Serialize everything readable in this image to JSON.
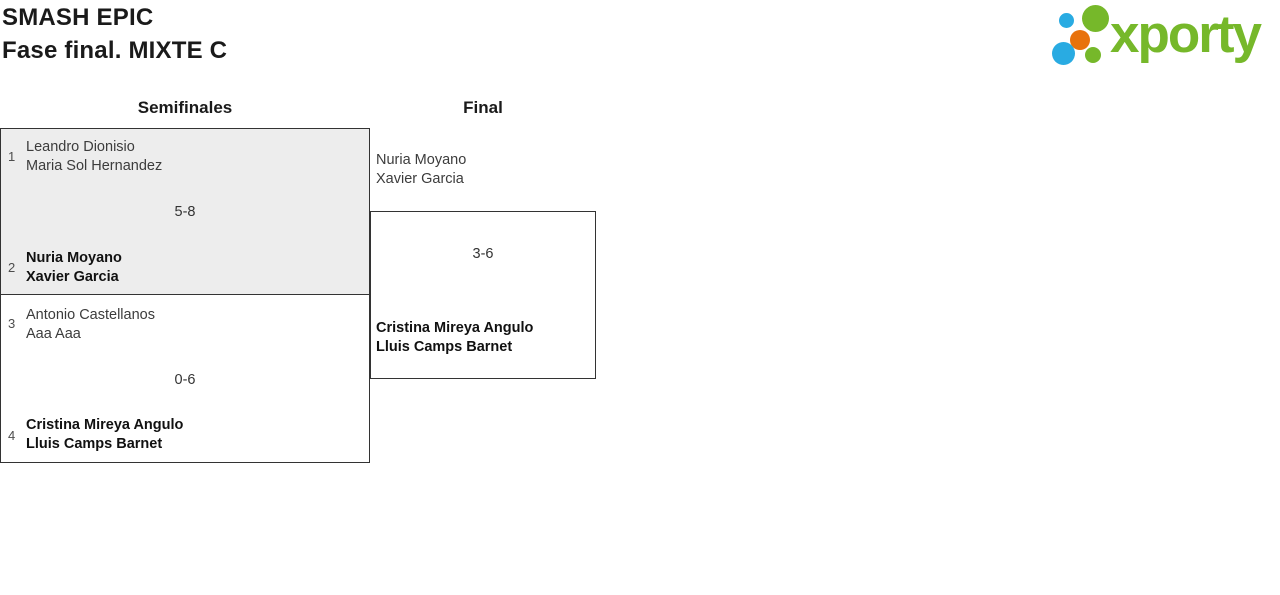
{
  "header": {
    "title_line1": "SMASH EPIC",
    "title_line2": "Fase final. MIXTE C"
  },
  "logo": {
    "brand": "xporty"
  },
  "rounds": {
    "semifinals_label": "Semifinales",
    "final_label": "Final"
  },
  "matches": {
    "sf1": {
      "seed1": "1",
      "team1": {
        "player1": "Leandro Dionisio",
        "player2": "Maria Sol Hernandez",
        "winner": false
      },
      "score": "5-8",
      "seed2": "2",
      "team2": {
        "player1": "Nuria Moyano",
        "player2": "Xavier Garcia",
        "winner": true
      }
    },
    "sf2": {
      "seed1": "3",
      "team1": {
        "player1": "Antonio Castellanos",
        "player2": "Aaa Aaa",
        "winner": false
      },
      "score": "0-6",
      "seed2": "4",
      "team2": {
        "player1": "Cristina Mireya Angulo",
        "player2": "Lluis Camps Barnet",
        "winner": true
      }
    },
    "final": {
      "team1": {
        "player1": "Nuria Moyano",
        "player2": "Xavier Garcia",
        "winner": false
      },
      "score": "3-6",
      "team2": {
        "player1": "Cristina Mireya Angulo",
        "player2": "Lluis Camps Barnet",
        "winner": true
      }
    }
  },
  "colors": {
    "brand_green": "#76b82a",
    "brand_blue": "#29abe2",
    "brand_orange": "#e8720c",
    "box_fill": "#ededed",
    "box_border": "#333333"
  }
}
